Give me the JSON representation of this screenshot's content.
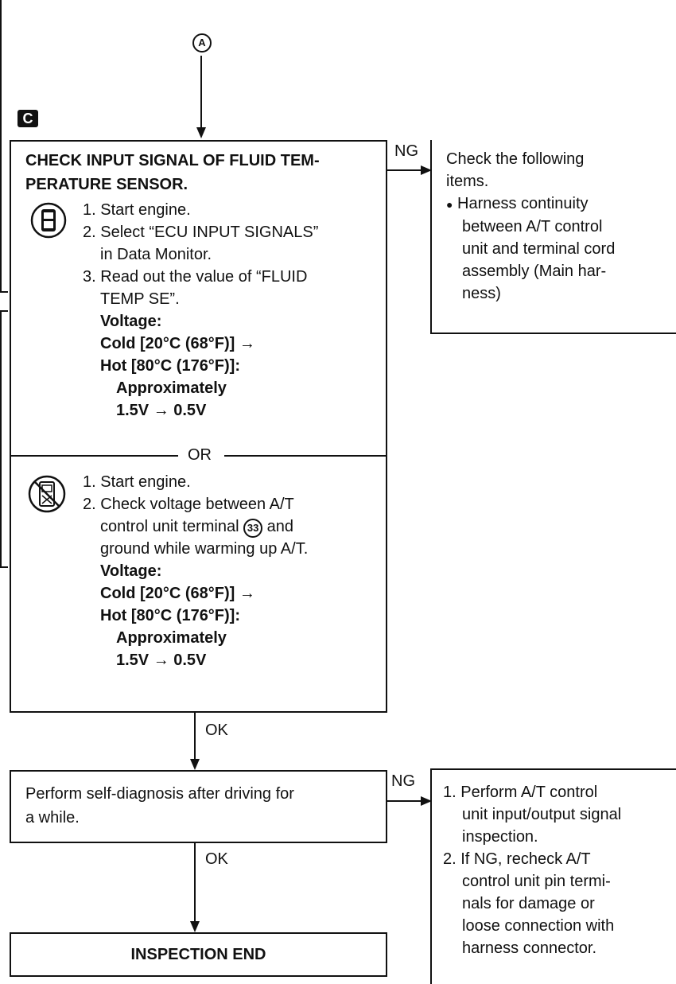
{
  "connector_a": "A",
  "section_badge": "C",
  "box1": {
    "title_line1": "CHECK INPUT SIGNAL OF FLUID TEM-",
    "title_line2": "PERATURE SENSOR.",
    "consult": {
      "icon": "consult-tester-icon",
      "steps": [
        {
          "num": "1.",
          "lines": [
            "Start engine."
          ]
        },
        {
          "num": "2.",
          "lines": [
            "Select “ECU INPUT SIGNALS”",
            "in Data Monitor."
          ]
        },
        {
          "num": "3.",
          "lines": [
            "Read out the value of “FLUID",
            "TEMP SE”."
          ]
        }
      ],
      "spec": [
        "Voltage:",
        "Cold [20°C (68°F)] →",
        "Hot [80°C (176°F)]:",
        "Approximately",
        "1.5V → 0.5V"
      ]
    },
    "or_label": "OR",
    "no_tools": {
      "icon": "no-tools-icon",
      "step1": "Start engine.",
      "step2_lines": [
        "Check voltage between A/T",
        "control unit terminal",
        "and",
        "ground while warming up A/T."
      ],
      "terminal": "33",
      "spec": [
        "Voltage:",
        "Cold [20°C (68°F)] →",
        "Hot [80°C (176°F)]:",
        "Approximately",
        "1.5V → 0.5V"
      ]
    }
  },
  "ng1_label": "NG",
  "ng_box1": {
    "lines": [
      "Check the following",
      "items."
    ],
    "bullet_lines": [
      "Harness continuity",
      "between A/T control",
      "unit and terminal cord",
      "assembly (Main har-",
      "ness)"
    ]
  },
  "ok1_label": "OK",
  "box2": {
    "lines": [
      "Perform self-diagnosis after driving for",
      "a while."
    ]
  },
  "ng2_label": "NG",
  "ng_box2": {
    "items": [
      {
        "num": "1.",
        "lines": [
          "Perform A/T control",
          "unit input/output signal",
          "inspection."
        ]
      },
      {
        "num": "2.",
        "lines": [
          "If NG, recheck A/T",
          "control unit pin termi-",
          "nals for damage or",
          "loose connection with",
          "harness connector."
        ]
      }
    ]
  },
  "ok2_label": "OK",
  "end_box": {
    "label": "INSPECTION END"
  }
}
